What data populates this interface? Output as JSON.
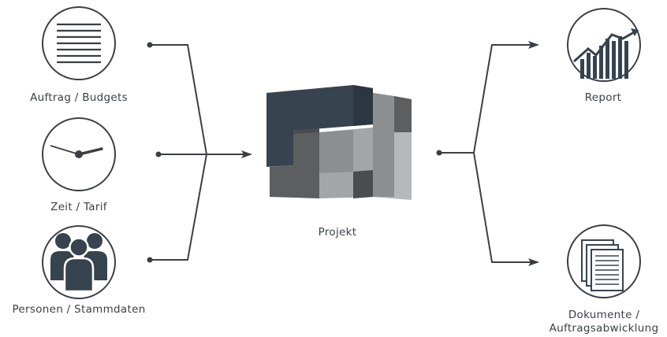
{
  "inputs": [
    {
      "label": "Auftrag / Budgets",
      "icon": "document-lines-icon"
    },
    {
      "label": "Zeit / Tarif",
      "icon": "clock-icon"
    },
    {
      "label": "Personen / Stammdaten",
      "icon": "people-group-icon"
    }
  ],
  "center": {
    "label": "Projekt",
    "icon": "cube-puzzle-icon"
  },
  "outputs": [
    {
      "label": "Report",
      "icon": "rising-chart-icon"
    },
    {
      "label_line1": "Dokumente /",
      "label_line2": "Auftragsabwicklung",
      "icon": "document-stack-icon"
    }
  ],
  "colors": {
    "stroke": "#3b3f45",
    "cube_dark": "#37434f",
    "cube_mid": "#5c5e60",
    "cube_light": "#8d8e8f",
    "cube_lighter": "#b7b8b9"
  }
}
